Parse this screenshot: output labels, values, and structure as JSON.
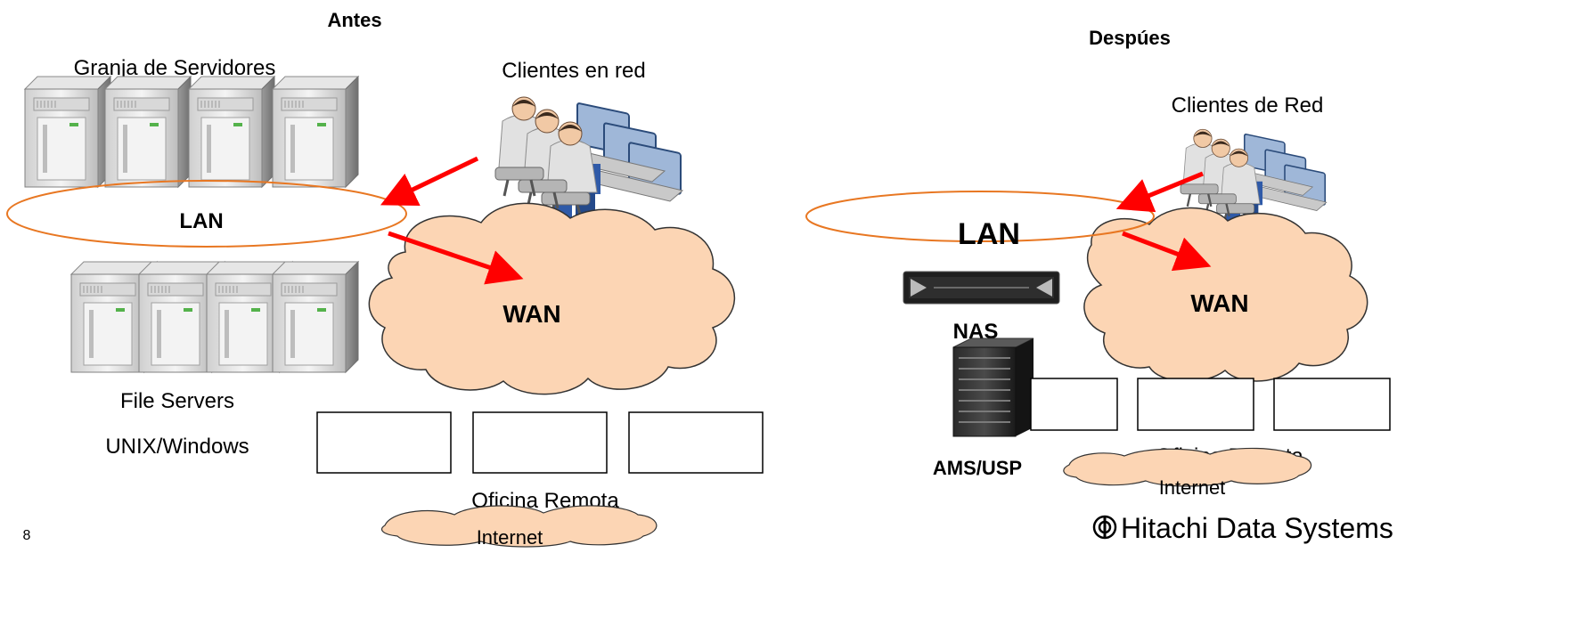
{
  "before": {
    "title": "Antes",
    "server_farm_label": "Granja de Servidores",
    "clients_label": "Clientes en red",
    "lan_label": "LAN",
    "wan_label": "WAN",
    "file_servers_label": "File Servers",
    "os_label": "UNIX/Windows",
    "remote_office_label": "Oficina Remota",
    "internet_label": "Internet"
  },
  "after": {
    "title": "Despúes",
    "clients_label": "Clientes de Red",
    "lan_label": "LAN",
    "wan_label": "WAN",
    "nas_label": "NAS",
    "storage_label": "AMS/USP",
    "remote_office_label": "Oficina Remota",
    "internet_label": "Internet"
  },
  "footer": {
    "page_number": "8",
    "brand": "Hitachi Data Systems"
  },
  "colors": {
    "arrow": "#ff0000",
    "lan_ring": "#e87722",
    "cloud_fill": "#fcd5b4",
    "cloud_stroke": "#333333"
  },
  "icons": [
    "server-icon",
    "workstation-users-icon",
    "nas-appliance-icon",
    "storage-rack-icon",
    "hitachi-logo-icon"
  ]
}
